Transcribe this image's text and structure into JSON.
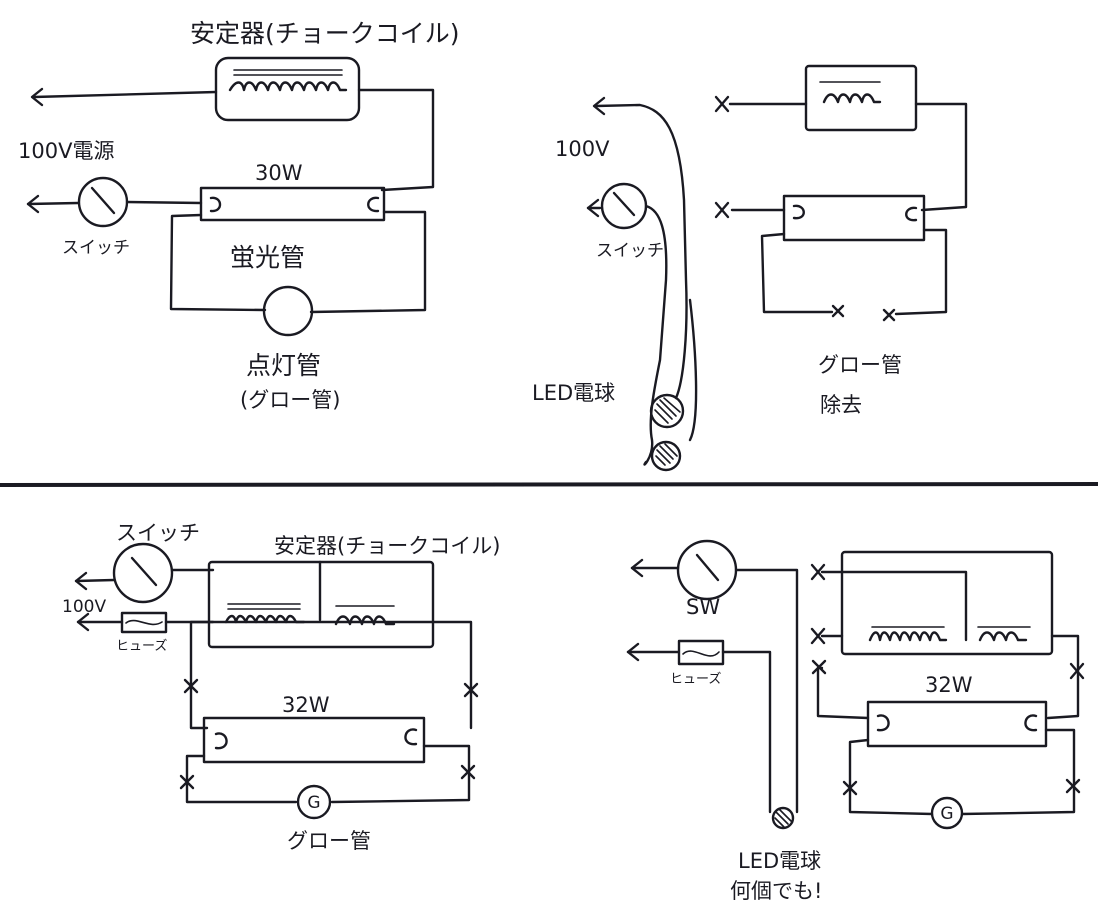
{
  "top_left": {
    "ballast_label": "安定器(チョークコイル)",
    "power_label": "100V電源",
    "switch_label": "スイッチ",
    "wattage_label": "30W",
    "tube_label": "蛍光管",
    "starter_label": "点灯管",
    "starter_sub_label": "(グロー管)"
  },
  "top_right": {
    "power_label": "100V",
    "switch_label": "スイッチ",
    "led_label": "LED電球",
    "glow_removed_label_1": "グロー管",
    "glow_removed_label_2": "除去"
  },
  "bottom_left": {
    "switch_label": "スイッチ",
    "ballast_label": "安定器(チョークコイル)",
    "power_label": "100V",
    "fuse_label": "ヒューズ",
    "wattage_label": "32W",
    "glow_symbol": "G",
    "glow_label": "グロー管"
  },
  "bottom_right": {
    "switch_label": "SW",
    "fuse_label": "ヒューズ",
    "wattage_label": "32W",
    "glow_symbol": "G",
    "led_label": "LED電球",
    "led_note": "何個でも!"
  },
  "colors": {
    "ink": "#1a1a22",
    "paper": "#ffffff"
  }
}
